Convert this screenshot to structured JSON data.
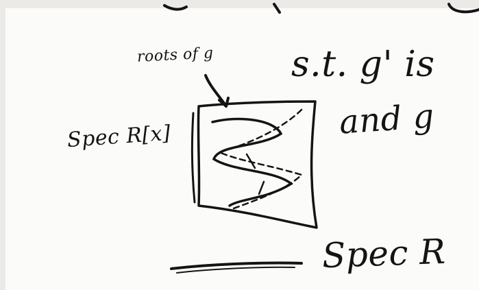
{
  "handwriting": {
    "roots_label": "roots of g",
    "such_that": "s.t. g' is",
    "and_clause": "and g",
    "spec_rx": "Spec R[x]",
    "spec_r": "Spec R"
  },
  "colors": {
    "ink": "#141414",
    "board": "#fbfbf9"
  }
}
